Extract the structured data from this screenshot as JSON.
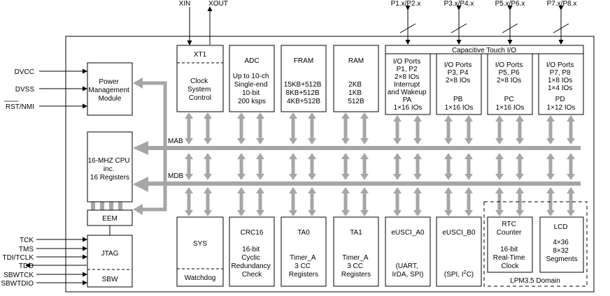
{
  "external": {
    "xin": "XIN",
    "xout": "XOUT",
    "dvcc": "DVCC",
    "dvss": "DVSS",
    "rst": "RST/NMI",
    "tck": "TCK",
    "tms": "TMS",
    "tdi": "TDI/TCLK",
    "tdo": "TDO",
    "sbwtck": "SBWTCK",
    "sbwtdio": "SBWTDIO",
    "p12": "P1.x/P2.x",
    "p34": "P3.x/P4.x",
    "p56": "P5.x/P6.x",
    "p78": "P7.x/P8.x"
  },
  "buses": {
    "mab": "MAB",
    "mdb": "MDB"
  },
  "blocks": {
    "power": [
      "Power",
      "Management",
      "Module"
    ],
    "cpu": [
      "16-MHZ CPU",
      "inc.",
      "16 Registers"
    ],
    "eem": "EEM",
    "jtag": "JTAG",
    "sbw": "SBW",
    "xt1": {
      "title": "XT1",
      "body": [
        "Clock",
        "System",
        "Control"
      ]
    },
    "adc": {
      "title": "ADC",
      "body": [
        "Up to 10-ch",
        "Single-end",
        "10-bit",
        "200 ksps"
      ]
    },
    "fram": {
      "title": "FRAM",
      "body": [
        "15KB+512B",
        "8KB+512B",
        "4KB+512B"
      ]
    },
    "ram": {
      "title": "RAM",
      "body": [
        "2KB",
        "1KB",
        "512B"
      ]
    },
    "captouch": "Capacitive Touch I/O",
    "pa": [
      "I/O Ports",
      "P1, P2",
      "2×8 IOs",
      "Interrupt",
      "and Wakeup",
      "PA",
      "1×16 IOs"
    ],
    "pb": [
      "I/O Ports",
      "P3, P4",
      "2×8 IOs",
      "",
      "PB",
      "1×16 IOs"
    ],
    "pc": [
      "I/O Ports",
      "P5, P6",
      "2×8 IOs",
      "",
      "PC",
      "1×16 IOs"
    ],
    "pd": [
      "I/O Ports",
      "P7, P8",
      "1×8 IOs",
      "1×4 IOs",
      "PD",
      "1×12 IOs"
    ],
    "sys": {
      "title": "SYS",
      "footer": "Watchdog"
    },
    "crc": {
      "title": "CRC16",
      "body": [
        "16-bit",
        "Cyclic",
        "Redundancy",
        "Check"
      ]
    },
    "ta0": {
      "title": "TA0",
      "body": [
        "Timer_A",
        "3 CC",
        "Registers"
      ]
    },
    "ta1": {
      "title": "TA1",
      "body": [
        "Timer_A",
        "3 CC",
        "Registers"
      ]
    },
    "usci_a0": {
      "title": "eUSCI_A0",
      "body": [
        "(UART,",
        "IrDA, SPI)"
      ]
    },
    "usci_b0": {
      "title": "eUSCI_B0",
      "body_pre": "(SPI, I",
      "body_sup": "2",
      "body_post": "C)"
    },
    "rtc": {
      "title": "RTC",
      "body": [
        "Counter",
        "",
        "16-bit",
        "Real-Time",
        "Clock"
      ]
    },
    "lcd": {
      "title": "LCD",
      "body": [
        "4×36",
        "8×32",
        "Segments"
      ]
    },
    "lpm": "LPM3.5 Domain"
  },
  "colors": {
    "bus": "#a6a6a6",
    "line": "#000000"
  }
}
